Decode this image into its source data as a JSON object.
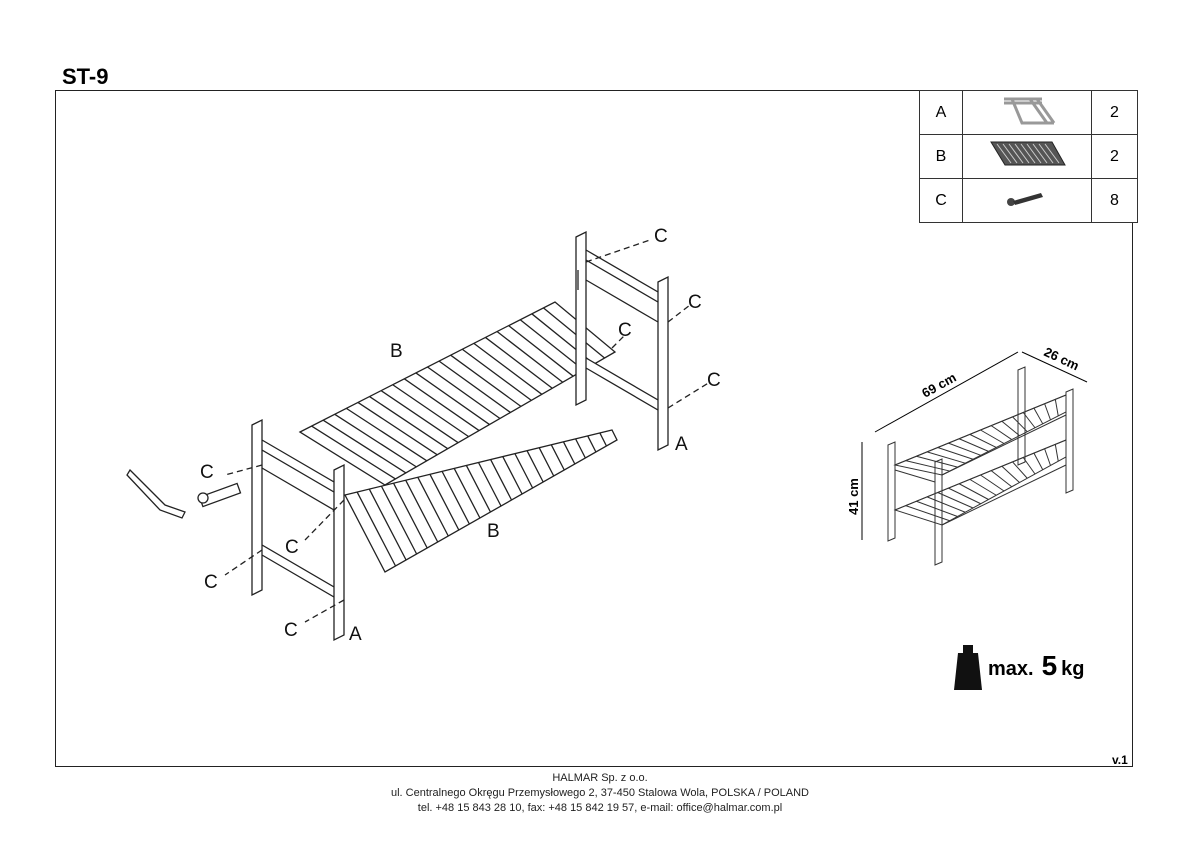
{
  "title": "ST-9",
  "parts": [
    {
      "label": "A",
      "icon": "side-frame-icon",
      "qty": "2"
    },
    {
      "label": "B",
      "icon": "slatted-shelf-icon",
      "qty": "2"
    },
    {
      "label": "C",
      "icon": "screw-icon",
      "qty": "8"
    }
  ],
  "callouts": {
    "C": "C",
    "B": "B",
    "A": "A"
  },
  "dimensions": {
    "width": "69 cm",
    "depth": "26 cm",
    "height": "41 cm"
  },
  "max_load": {
    "prefix": "max.",
    "value": "5",
    "unit": "kg"
  },
  "version": "v.1",
  "footer": {
    "line1": "HALMAR Sp. z o.o.",
    "line2": "ul. Centralnego Okręgu Przemysłowego 2, 37-450 Stalowa Wola, POLSKA / POLAND",
    "line3": "tel. +48 15 843 28 10, fax: +48 15 842 19 57, e-mail: office@halmar.com.pl"
  }
}
